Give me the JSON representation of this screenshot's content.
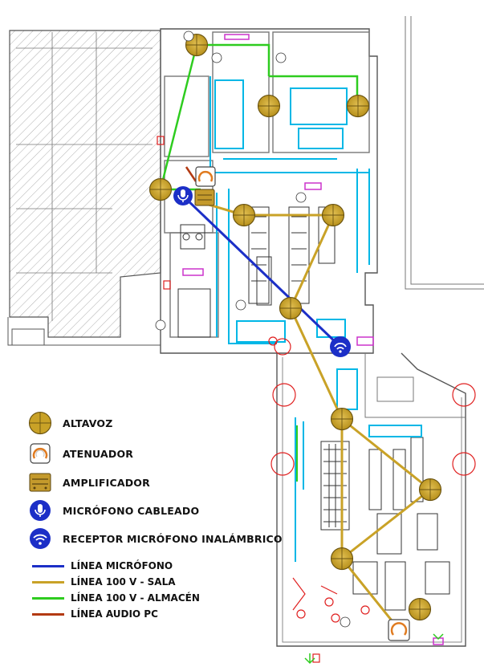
{
  "legend": {
    "speaker": "ALTAVOZ",
    "attenuator": "ATENUADOR",
    "amplifier": "AMPLIFICADOR",
    "wired_mic": "MICRÓFONO CABLEADO",
    "wireless_receiver": "RECEPTOR MICRÓFONO INALÁMBRICO",
    "mic_line": "LÍNEA MICRÓFONO",
    "line_100v_sala": "LÍNEA 100 V - SALA",
    "line_100v_almacen": "LÍNEA 100 V - ALMACÉN",
    "audio_pc_line": "LÍNEA AUDIO PC"
  },
  "colors": {
    "speaker_fill": "#c9a227",
    "speaker_stroke": "#6b5410",
    "mic_line": "#1c2fc7",
    "line_sala": "#c9a227",
    "line_almacen": "#2ecc1f",
    "audio_pc": "#b33a12",
    "wall": "#555555",
    "cyan": "#00b7e6",
    "red": "#e02020",
    "magenta": "#cc33cc"
  },
  "icons": {
    "speaker": "speaker-icon",
    "attenuator": "attenuator-icon",
    "amplifier": "amplifier-icon",
    "wired_mic": "microphone-icon",
    "wireless_receiver": "wifi-icon"
  }
}
